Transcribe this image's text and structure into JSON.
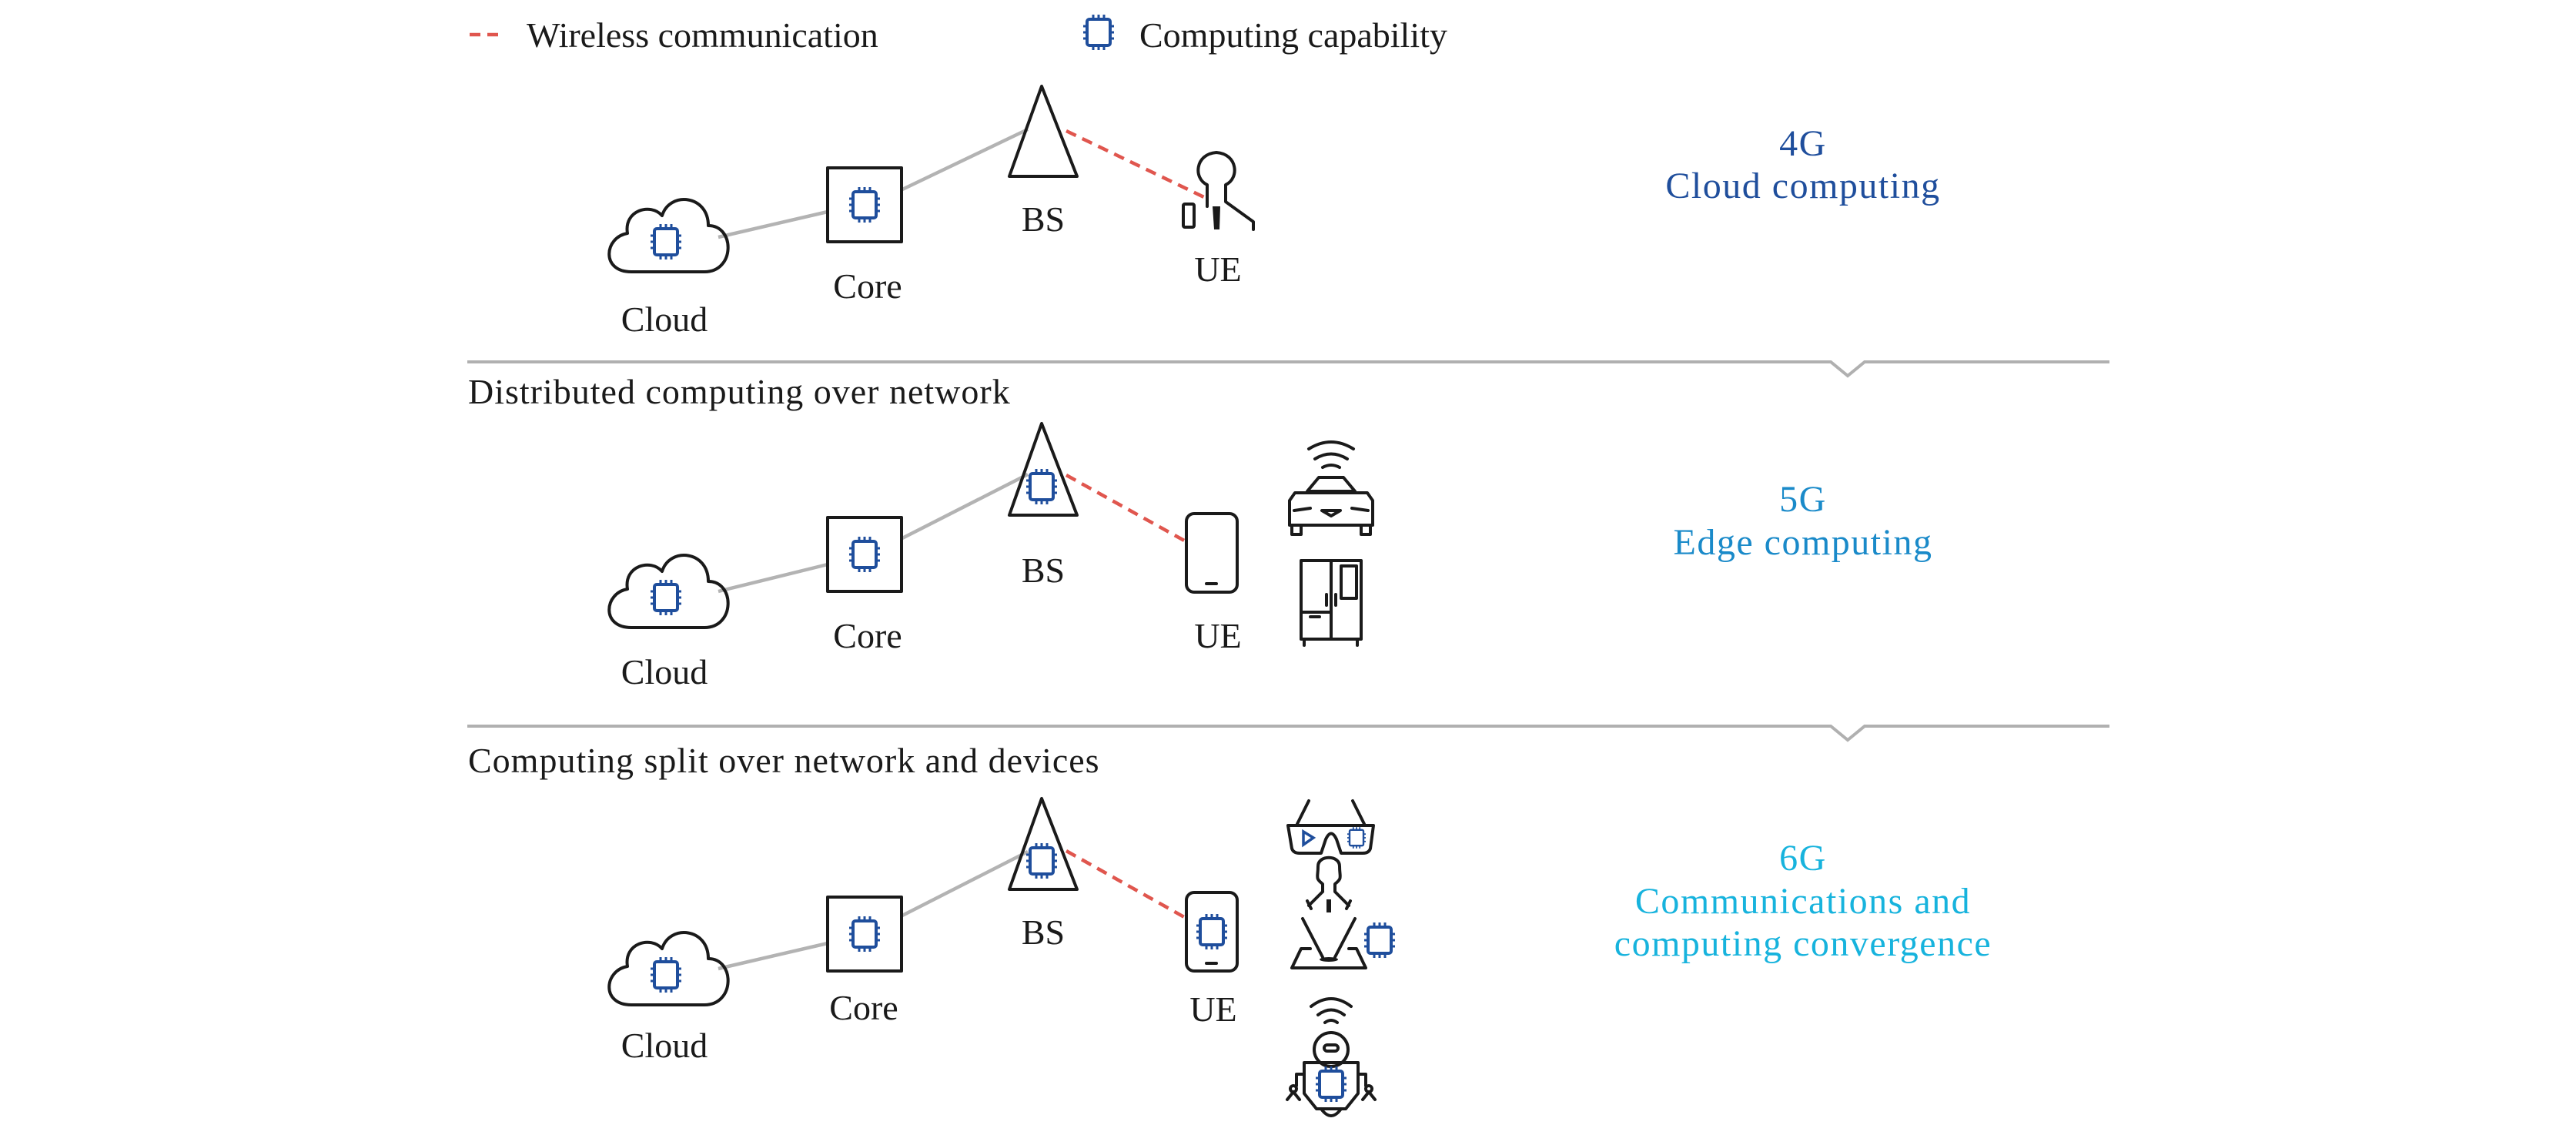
{
  "legend": {
    "wireless_label": "Wireless communication",
    "computing_label": "Computing capability"
  },
  "colors": {
    "wireless": "#e0564e",
    "chip": "#1f4e9c",
    "wired_link": "#b3b3b3",
    "gen_4g": "#1f4e9c",
    "gen_5g": "#1a8ac9",
    "gen_6g": "#17b3dd"
  },
  "sections": [
    {
      "title": "",
      "generation": "4G",
      "description_lines": [
        "Cloud computing"
      ],
      "nodes": {
        "cloud": "Cloud",
        "core": "Core",
        "bs": "BS",
        "ue": "UE"
      },
      "computing_at": [
        "cloud",
        "core"
      ],
      "devices": []
    },
    {
      "title": "Distributed computing over network",
      "generation": "5G",
      "description_lines": [
        "Edge computing"
      ],
      "nodes": {
        "cloud": "Cloud",
        "core": "Core",
        "bs": "BS",
        "ue": "UE"
      },
      "computing_at": [
        "cloud",
        "core",
        "bs"
      ],
      "devices": [
        "connected-car",
        "smart-fridge"
      ]
    },
    {
      "title": "Computing split over network and devices",
      "generation": "6G",
      "description_lines": [
        "Communications and",
        "computing convergence"
      ],
      "nodes": {
        "cloud": "Cloud",
        "core": "Core",
        "bs": "BS",
        "ue": "UE"
      },
      "computing_at": [
        "cloud",
        "core",
        "bs",
        "ue",
        "devices"
      ],
      "devices": [
        "xr-glasses",
        "hologram",
        "robot"
      ]
    }
  ]
}
